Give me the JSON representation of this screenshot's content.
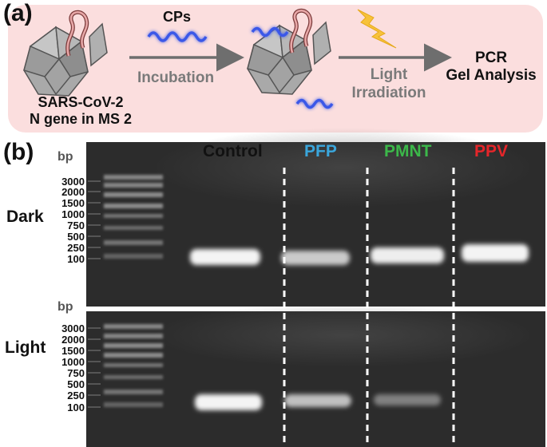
{
  "panel_a": {
    "label": "(a)",
    "virus_label_1": "SARS-CoV-2",
    "virus_label_2": "N gene in MS 2",
    "cps_label": "CPs",
    "incubation_label": "Incubation",
    "light_label_1": "Light",
    "light_label_2": "Irradiation",
    "result_label_1": "PCR",
    "result_label_2": "Gel Analysis"
  },
  "panel_b": {
    "label": "(b)",
    "bp_top": "bp",
    "bp_bottom": "bp",
    "lanes": [
      {
        "name": "Control",
        "color": "#111111"
      },
      {
        "name": "PFP",
        "color": "#3aa6dc"
      },
      {
        "name": "PMNT",
        "color": "#3cb84a"
      },
      {
        "name": "PPV",
        "color": "#e5262a"
      }
    ],
    "rows": [
      {
        "name": "Dark"
      },
      {
        "name": "Light"
      }
    ],
    "ladder": [
      "3000",
      "2000",
      "1500",
      "1000",
      "750",
      "500",
      "250",
      "100"
    ],
    "ladder_bottom": [
      "3000",
      "2000",
      "1500",
      "1000",
      "750",
      "500",
      "250",
      "100"
    ]
  }
}
